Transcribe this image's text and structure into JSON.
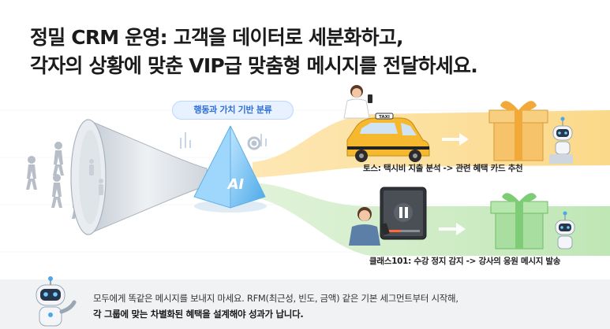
{
  "headline": {
    "line1": "정밀 CRM 운영: 고객을 데이터로 세분화하고,",
    "line2": "각자의 상황에 맞춘 VIP급 맞춤형 메시지를 전달하세요."
  },
  "badge": {
    "label": "행동과 가치 기반 분류"
  },
  "ai": {
    "label": "AI"
  },
  "taxi": {
    "sign": "TAXI"
  },
  "captions": {
    "top": "토스: 택시비 지출 분석 -> 관련 혜택 카드 추천",
    "bottom": "클래스101: 수강 정지 감지 -> 강사의 응원 메시지 발송"
  },
  "footer": {
    "line1": "모두에게 똑같은 메시지를 보내지 마세요. RFM(최근성, 빈도, 금액) 같은 기본 세그먼트부터 시작해,",
    "line2": "각 그룹에 맞는 차별화된 혜택을 설계해야 성과가 납니다."
  },
  "colors": {
    "upper_stream": "#fbd98a",
    "lower_stream": "#bfe6b5",
    "funnel": "#d7dde4",
    "pyramid": "#7ec8f5",
    "gift_gold": "#f6c36a",
    "gift_green": "#a8dfa0",
    "badge_text": "#2f6fd6"
  },
  "icons": [
    "person-silhouette-icon",
    "funnel-icon",
    "ai-pyramid-icon",
    "gear-icon",
    "taxi-icon",
    "arrow-right-icon",
    "gift-box-icon",
    "robot-icon",
    "tablet-pause-icon",
    "smartphone-icon"
  ]
}
